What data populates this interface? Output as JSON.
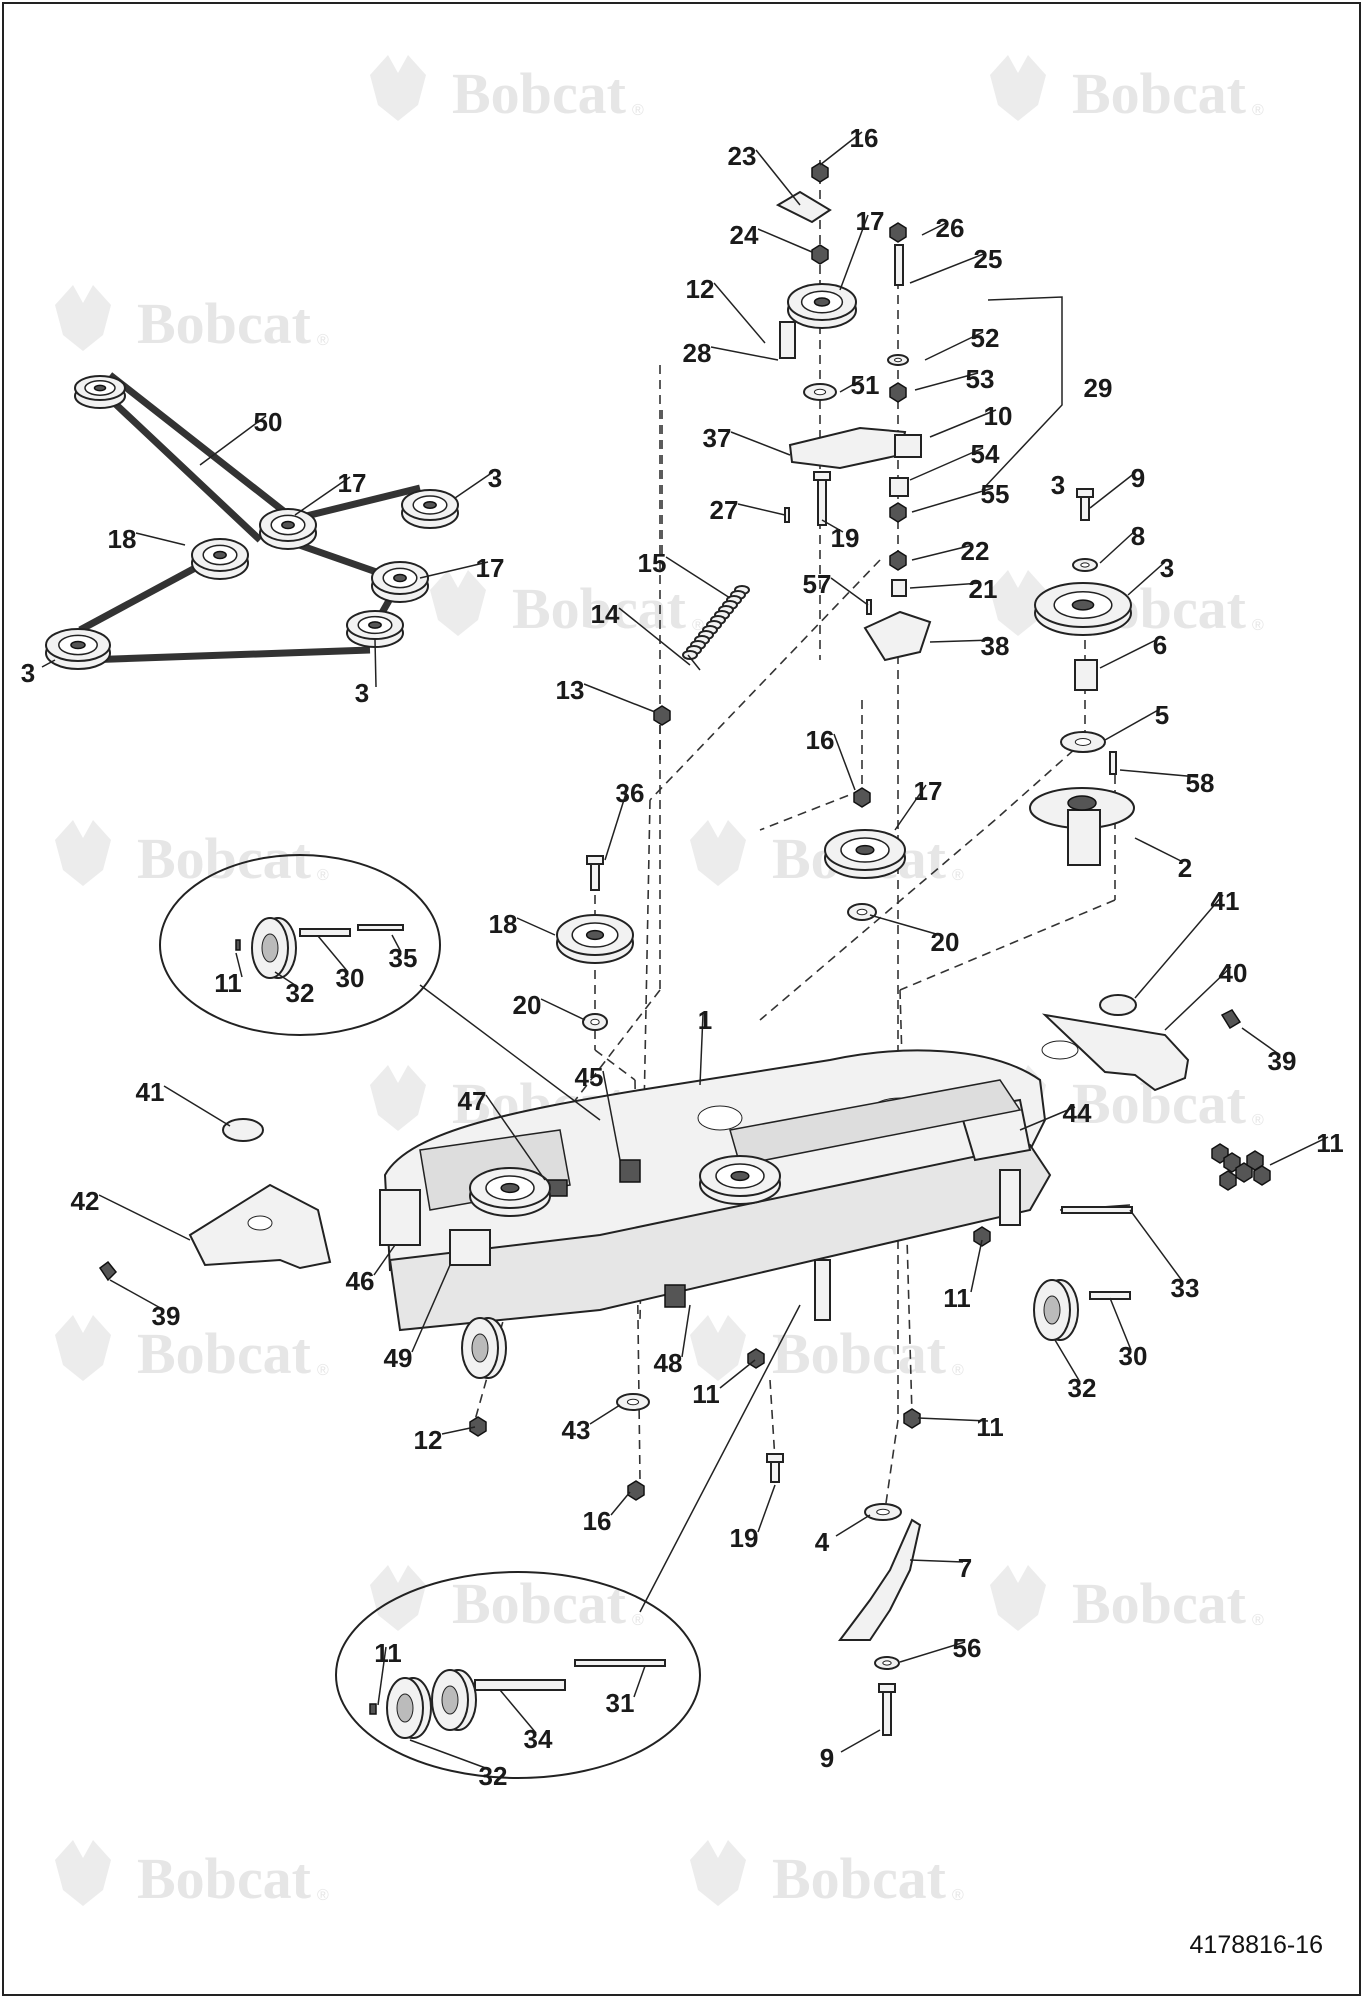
{
  "watermark": {
    "brand": "Bobcat",
    "reg": "®"
  },
  "drawing_number": "4178816-16",
  "callouts": [
    "1",
    "2",
    "3",
    "4",
    "5",
    "6",
    "7",
    "8",
    "9",
    "10",
    "11",
    "12",
    "13",
    "14",
    "15",
    "16",
    "17",
    "18",
    "19",
    "20",
    "21",
    "22",
    "23",
    "24",
    "25",
    "26",
    "27",
    "28",
    "29",
    "30",
    "31",
    "32",
    "33",
    "34",
    "35",
    "36",
    "37",
    "38",
    "39",
    "40",
    "41",
    "42",
    "43",
    "44",
    "45",
    "46",
    "47",
    "48",
    "49",
    "50",
    "51",
    "52",
    "53",
    "54",
    "55",
    "56",
    "57",
    "58"
  ]
}
